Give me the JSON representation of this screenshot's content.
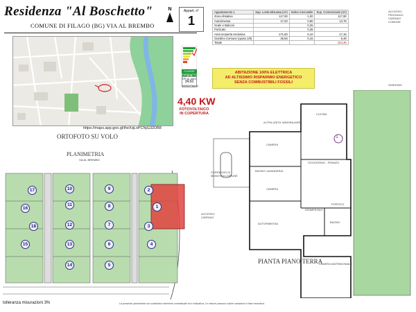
{
  "header": {
    "title": "Residenza \"Al Boschetto\"",
    "subtitle": "COMUNE DI FILAGO (BG)  VIA AL BREMBO",
    "compass_label": "N",
    "apartment_label": "Appart. n°",
    "apartment_number": "1"
  },
  "map": {
    "url": "https://maps.app.goo.gl/iheXqLoPCNjG32DB8",
    "caption": "ORTOFOTO SU VOLO"
  },
  "energy": {
    "class_label": "CLASSE ENERGETICA",
    "class_value": "A4",
    "ep_label": "EP gl, nren",
    "ep_value": "34,60",
    "ep_unit": "kWh/m²anno"
  },
  "photovoltaic": {
    "power": "4,40 KW",
    "label_line1": "FOTOVOLTAICO",
    "label_line2": "IN COPERTURA"
  },
  "banner": {
    "line1": "ABITAZIONE 100% ELETTRICA",
    "line2": "AD ALTISSIMO RISPARMIO ENERGETICO",
    "line3": "SENZA COMBUSTIBILI FOSSILI"
  },
  "table": {
    "headers": [
      "Appartamento  1",
      "Sup. Lorda Misurata (m²)",
      "Indice mercantile",
      "Sup. Commerciale (m²)"
    ],
    "rows": [
      [
        "Zona Abitativa",
        "117,90",
        "1,00",
        "117,90"
      ],
      [
        "Autorimessa",
        "17,20",
        "0,80",
        "13,76"
      ],
      [
        "Scale e Balconi",
        "",
        "0,25",
        ""
      ],
      [
        "Porticato",
        "",
        "0,35",
        ""
      ],
      [
        "Area scoperta esclusiva",
        "171,60",
        "0,10",
        "17,16"
      ],
      [
        "Giardino Comune (quota 1/8)",
        "36,56",
        "0,15",
        "5,48"
      ],
      [
        "Totale",
        "",
        "",
        "154,30"
      ]
    ]
  },
  "planimetria": {
    "title": "PLANIMETRIA",
    "street": "Via AL BREMBO",
    "units": [
      "17",
      "10",
      "9",
      "2",
      "16",
      "11",
      "8",
      "1",
      "18",
      "12",
      "7",
      "3",
      "15",
      "13",
      "6",
      "4",
      "14",
      "5"
    ]
  },
  "floorplan": {
    "title": "PIANTA PIANO TERRA",
    "unit_marker": "1",
    "rooms": [
      "CUCINA",
      "CAMERA",
      "BAGNO LAVANDERIA",
      "SOGGIORNO - PRANZO",
      "CAMERA",
      "BAGNO",
      "AUTORIMESSA",
      "CAMERA MATRIMONIALE",
      "DISIMPEGNO"
    ],
    "labels": [
      "ACCESSO PEDONALE CARRAIO COMUNE",
      "GIARDINO",
      "PORTICO",
      "ALTRA UNITA' IMMOBILIARE",
      "ACCESSO CARRAIO",
      "CORRIDOIO DI MANOVRA COMUNE"
    ]
  },
  "footer": {
    "tolerance": "tolleranza misurazioni 3%",
    "note": "La presente planimetria non costituisce elemento contrattuale ed è indicativa. Le misure possono subire variazioni in fase esecutiva."
  },
  "colors": {
    "highlight_unit": "#e0433f",
    "garden_green": "#a8d8a0",
    "energy_green": "#1f9a3a",
    "banner_yellow": "#f4ed6a",
    "title_red": "#c41717",
    "marker_blue": "#1a1d6b"
  }
}
